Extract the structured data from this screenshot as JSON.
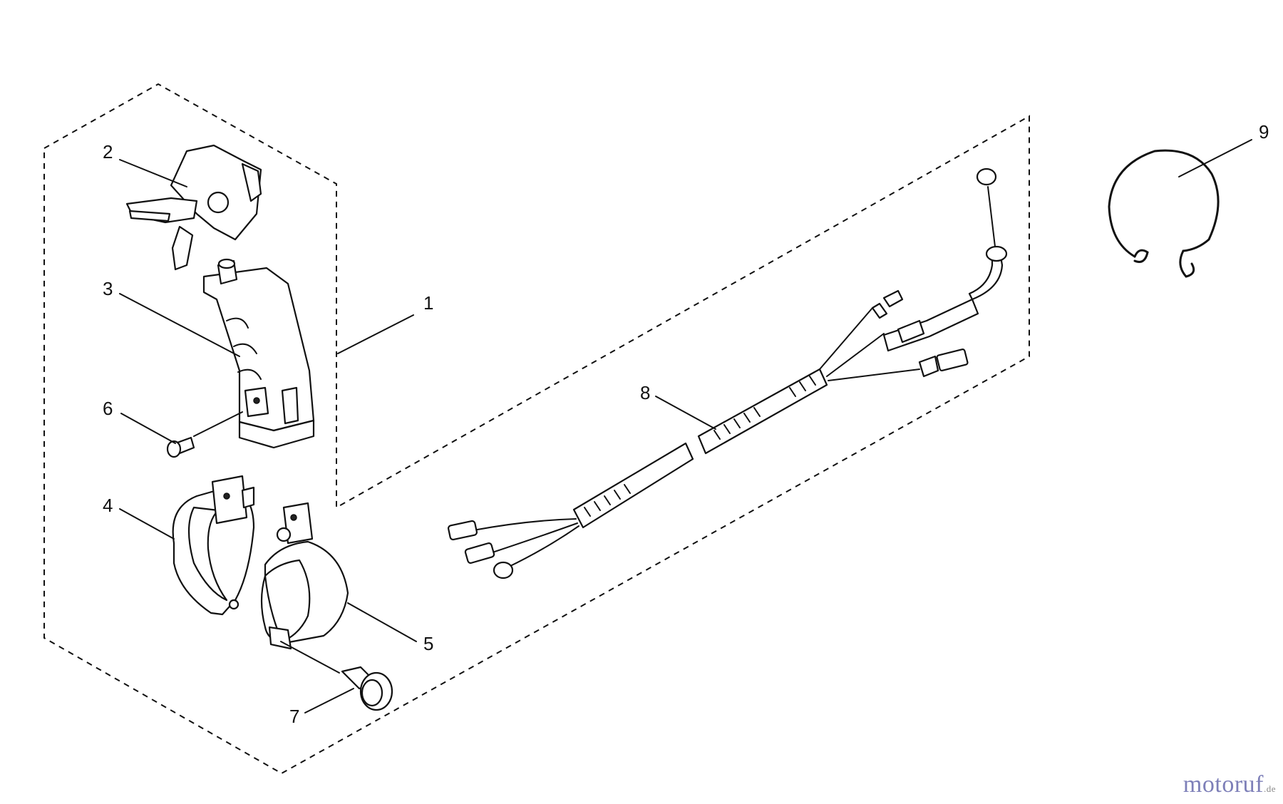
{
  "callouts": {
    "c1": "1",
    "c2": "2",
    "c3": "3",
    "c4": "4",
    "c5": "5",
    "c6": "6",
    "c7": "7",
    "c8": "8",
    "c9": "9"
  },
  "watermark": {
    "main": "motoruf",
    "suffix": ".de"
  },
  "colors": {
    "line": "#111111",
    "watermark": "#7d7fb8"
  }
}
